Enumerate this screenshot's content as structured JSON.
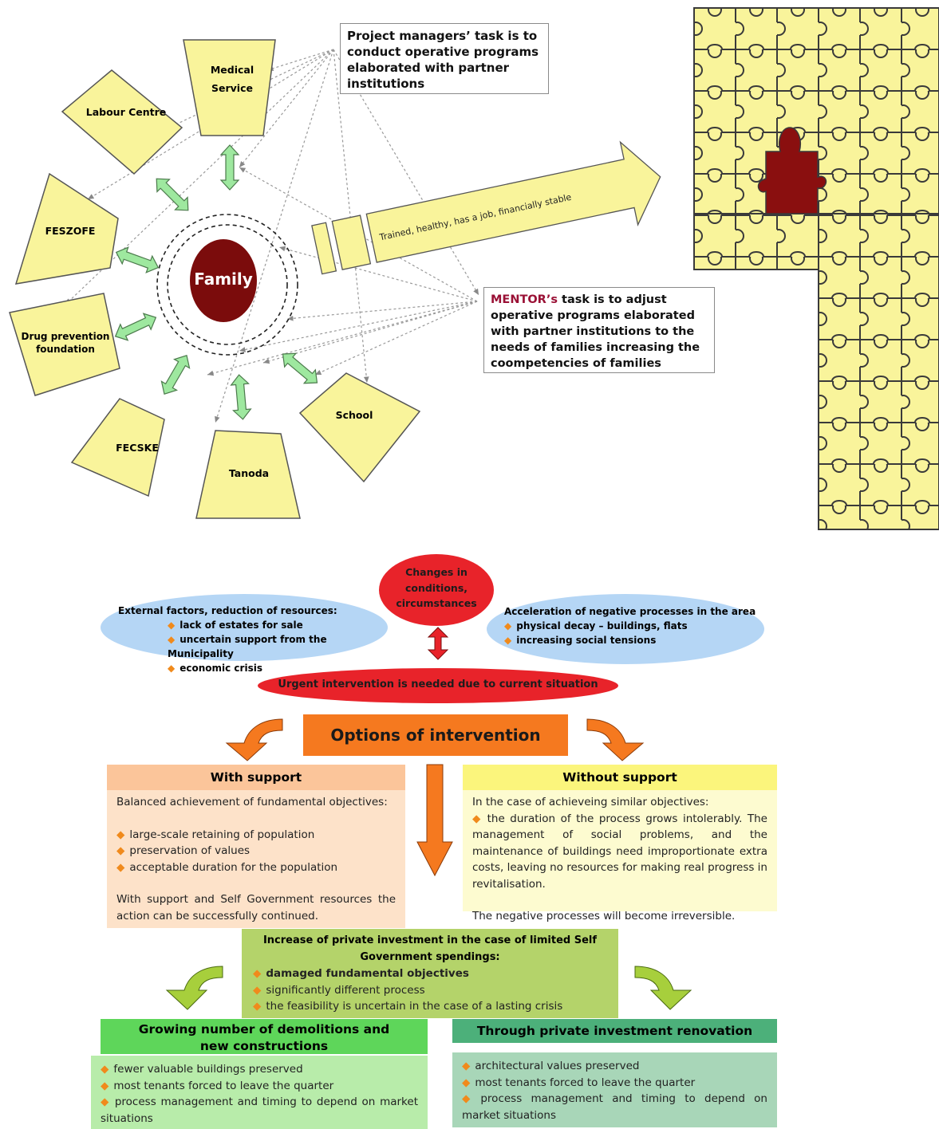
{
  "top_diagram": {
    "center_label": "Family",
    "satellites": {
      "medical": [
        "Medical",
        "Service"
      ],
      "labour": [
        "Labour Centre"
      ],
      "feszofe": [
        "FESZOFE"
      ],
      "drug": [
        "Drug prevention",
        "foundation"
      ],
      "fecske": [
        "FECSKE"
      ],
      "tanoda": [
        "Tanoda"
      ],
      "school": [
        "School"
      ]
    },
    "arrow_text": "Trained, healthy, has a job, financially stable",
    "pm_note": [
      "Project managers’ task is to",
      "conduct operative programs",
      "elaborated with partner",
      "institutions"
    ],
    "mentor_note": {
      "highlight": "MENTOR’s",
      "rest_first": " task is to adjust",
      "lines": [
        "operative programs elaborated",
        "with partner institutions to the",
        "needs of families increasing the",
        "coompetencies of families"
      ]
    },
    "colors": {
      "satellite_fill": "#f9f49b",
      "family_fill": "#7b0c0c",
      "puzzle_piece_fill": "#8a0f0f",
      "green_arrow": "#9ee89f"
    }
  },
  "flow": {
    "changes": [
      "Changes in",
      "conditions,",
      "circumstances"
    ],
    "external": {
      "title": "External factors, reduction of resources:",
      "items": [
        "lack of estates for sale",
        "uncertain support from the Municipality",
        "economic crisis"
      ]
    },
    "acceleration": {
      "title": "Acceleration of negative processes in the area",
      "items": [
        "physical decay – buildings, flats",
        "increasing social tensions"
      ]
    },
    "urgent": "Urgent intervention is needed due to current situation",
    "options": "Options of intervention",
    "with_support": {
      "header": "With support",
      "intro": "Balanced achievement of fundamental objectives:",
      "items": [
        "large-scale retaining of population",
        "preservation of values",
        "acceptable duration for the population"
      ],
      "outro": "With support and Self Government resources the action can be successfully continued."
    },
    "without_support": {
      "header": "Without support",
      "intro": "In the case of achieveing similar objectives:",
      "item": "the duration of the process grows intolerably. The management of social problems, and the maintenance of buildings need improportionate extra costs, leaving no resources for making real progress in revitalisation.",
      "outro": "The negative processes will become irreversible."
    },
    "private": {
      "title": "Increase of private investment in the case of limited Self Government spendings:",
      "items": [
        "damaged fundamental objectives",
        "significantly different process",
        "the feasibility is uncertain in the case of a lasting crisis"
      ]
    },
    "demolitions": {
      "header": "Growing number of demolitions and new constructions",
      "items": [
        "fewer valuable buildings preserved",
        "most tenants forced to leave the quarter",
        "process management and timing to depend on market situations"
      ]
    },
    "renovation": {
      "header": "Through private investment renovation",
      "items": [
        "architectural values preserved",
        "most tenants forced to leave the quarter",
        "process management and timing to depend on market situations"
      ]
    }
  }
}
